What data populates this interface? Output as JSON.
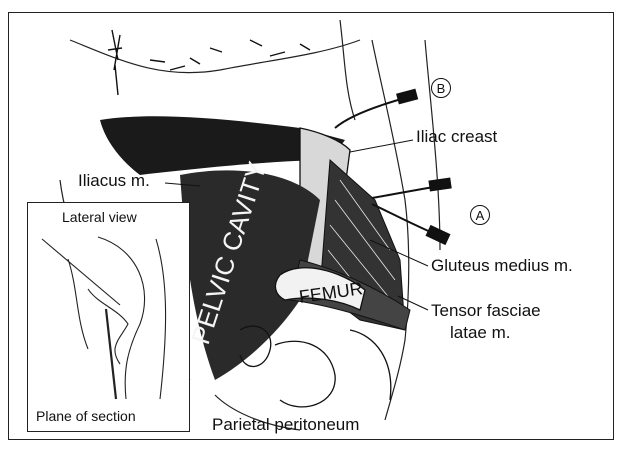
{
  "labels": {
    "marker_b": "B",
    "marker_a": "A",
    "iliac_crest": "Iliac creast",
    "iliacus": "Iliacus m.",
    "gluteus_medius": "Gluteus medius m.",
    "tensor_line1": "Tensor fasciae",
    "tensor_line2": "latae m.",
    "parietal_peritoneum": "Parietal peritoneum",
    "pelvic_cavity": "PELVIC CAVITY",
    "femur": "FEMUR"
  },
  "inset": {
    "title": "Lateral view",
    "caption": "Plane of section"
  }
}
